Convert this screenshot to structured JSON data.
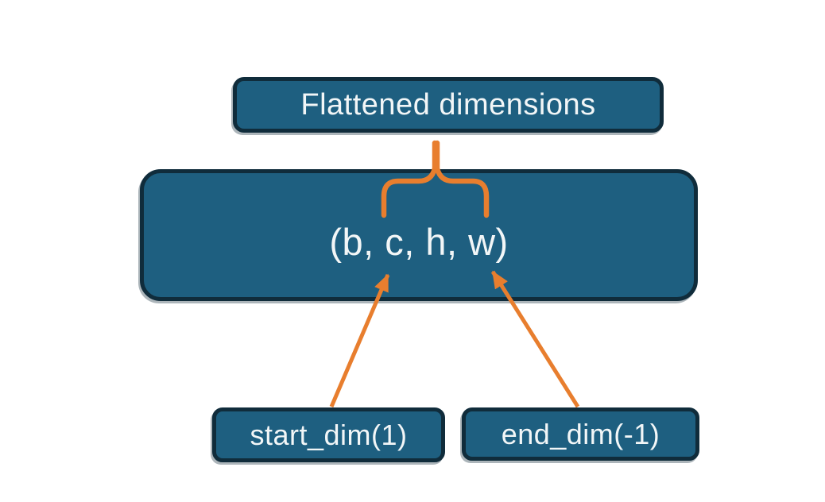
{
  "colors": {
    "background": "#ffffff",
    "fill": "#1e5f80",
    "border": "#102c3b",
    "accent": "#e87e2e",
    "ink": "#f2f6f7"
  },
  "nodes": {
    "flattened": {
      "label": "Flattened dimensions"
    },
    "tensor": {
      "label": "(b, c, h, w)"
    },
    "start_dim": {
      "label": "start_dim(1)"
    },
    "end_dim": {
      "label": "end_dim(-1)"
    }
  }
}
